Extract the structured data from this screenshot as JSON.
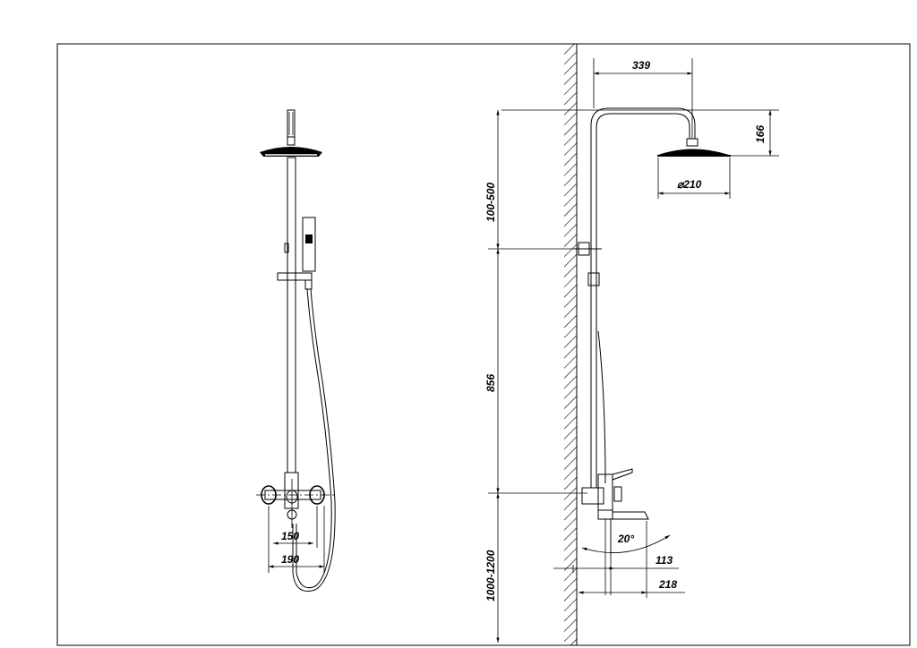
{
  "dimensions": {
    "front_view": {
      "valve_spacing_inner": "150",
      "valve_spacing_outer": "190"
    },
    "side_view": {
      "arm_reach": "339",
      "head_drop": "166",
      "head_diameter": "⌀210",
      "top_range": "100-500",
      "bar_height": "856",
      "mount_height": "1000-1200",
      "spout_angle": "20°",
      "spout_offset": "113",
      "spout_reach": "218"
    }
  },
  "icons": [
    "wall-hatch",
    "shower-head",
    "hand-shower",
    "mixer-valve"
  ]
}
